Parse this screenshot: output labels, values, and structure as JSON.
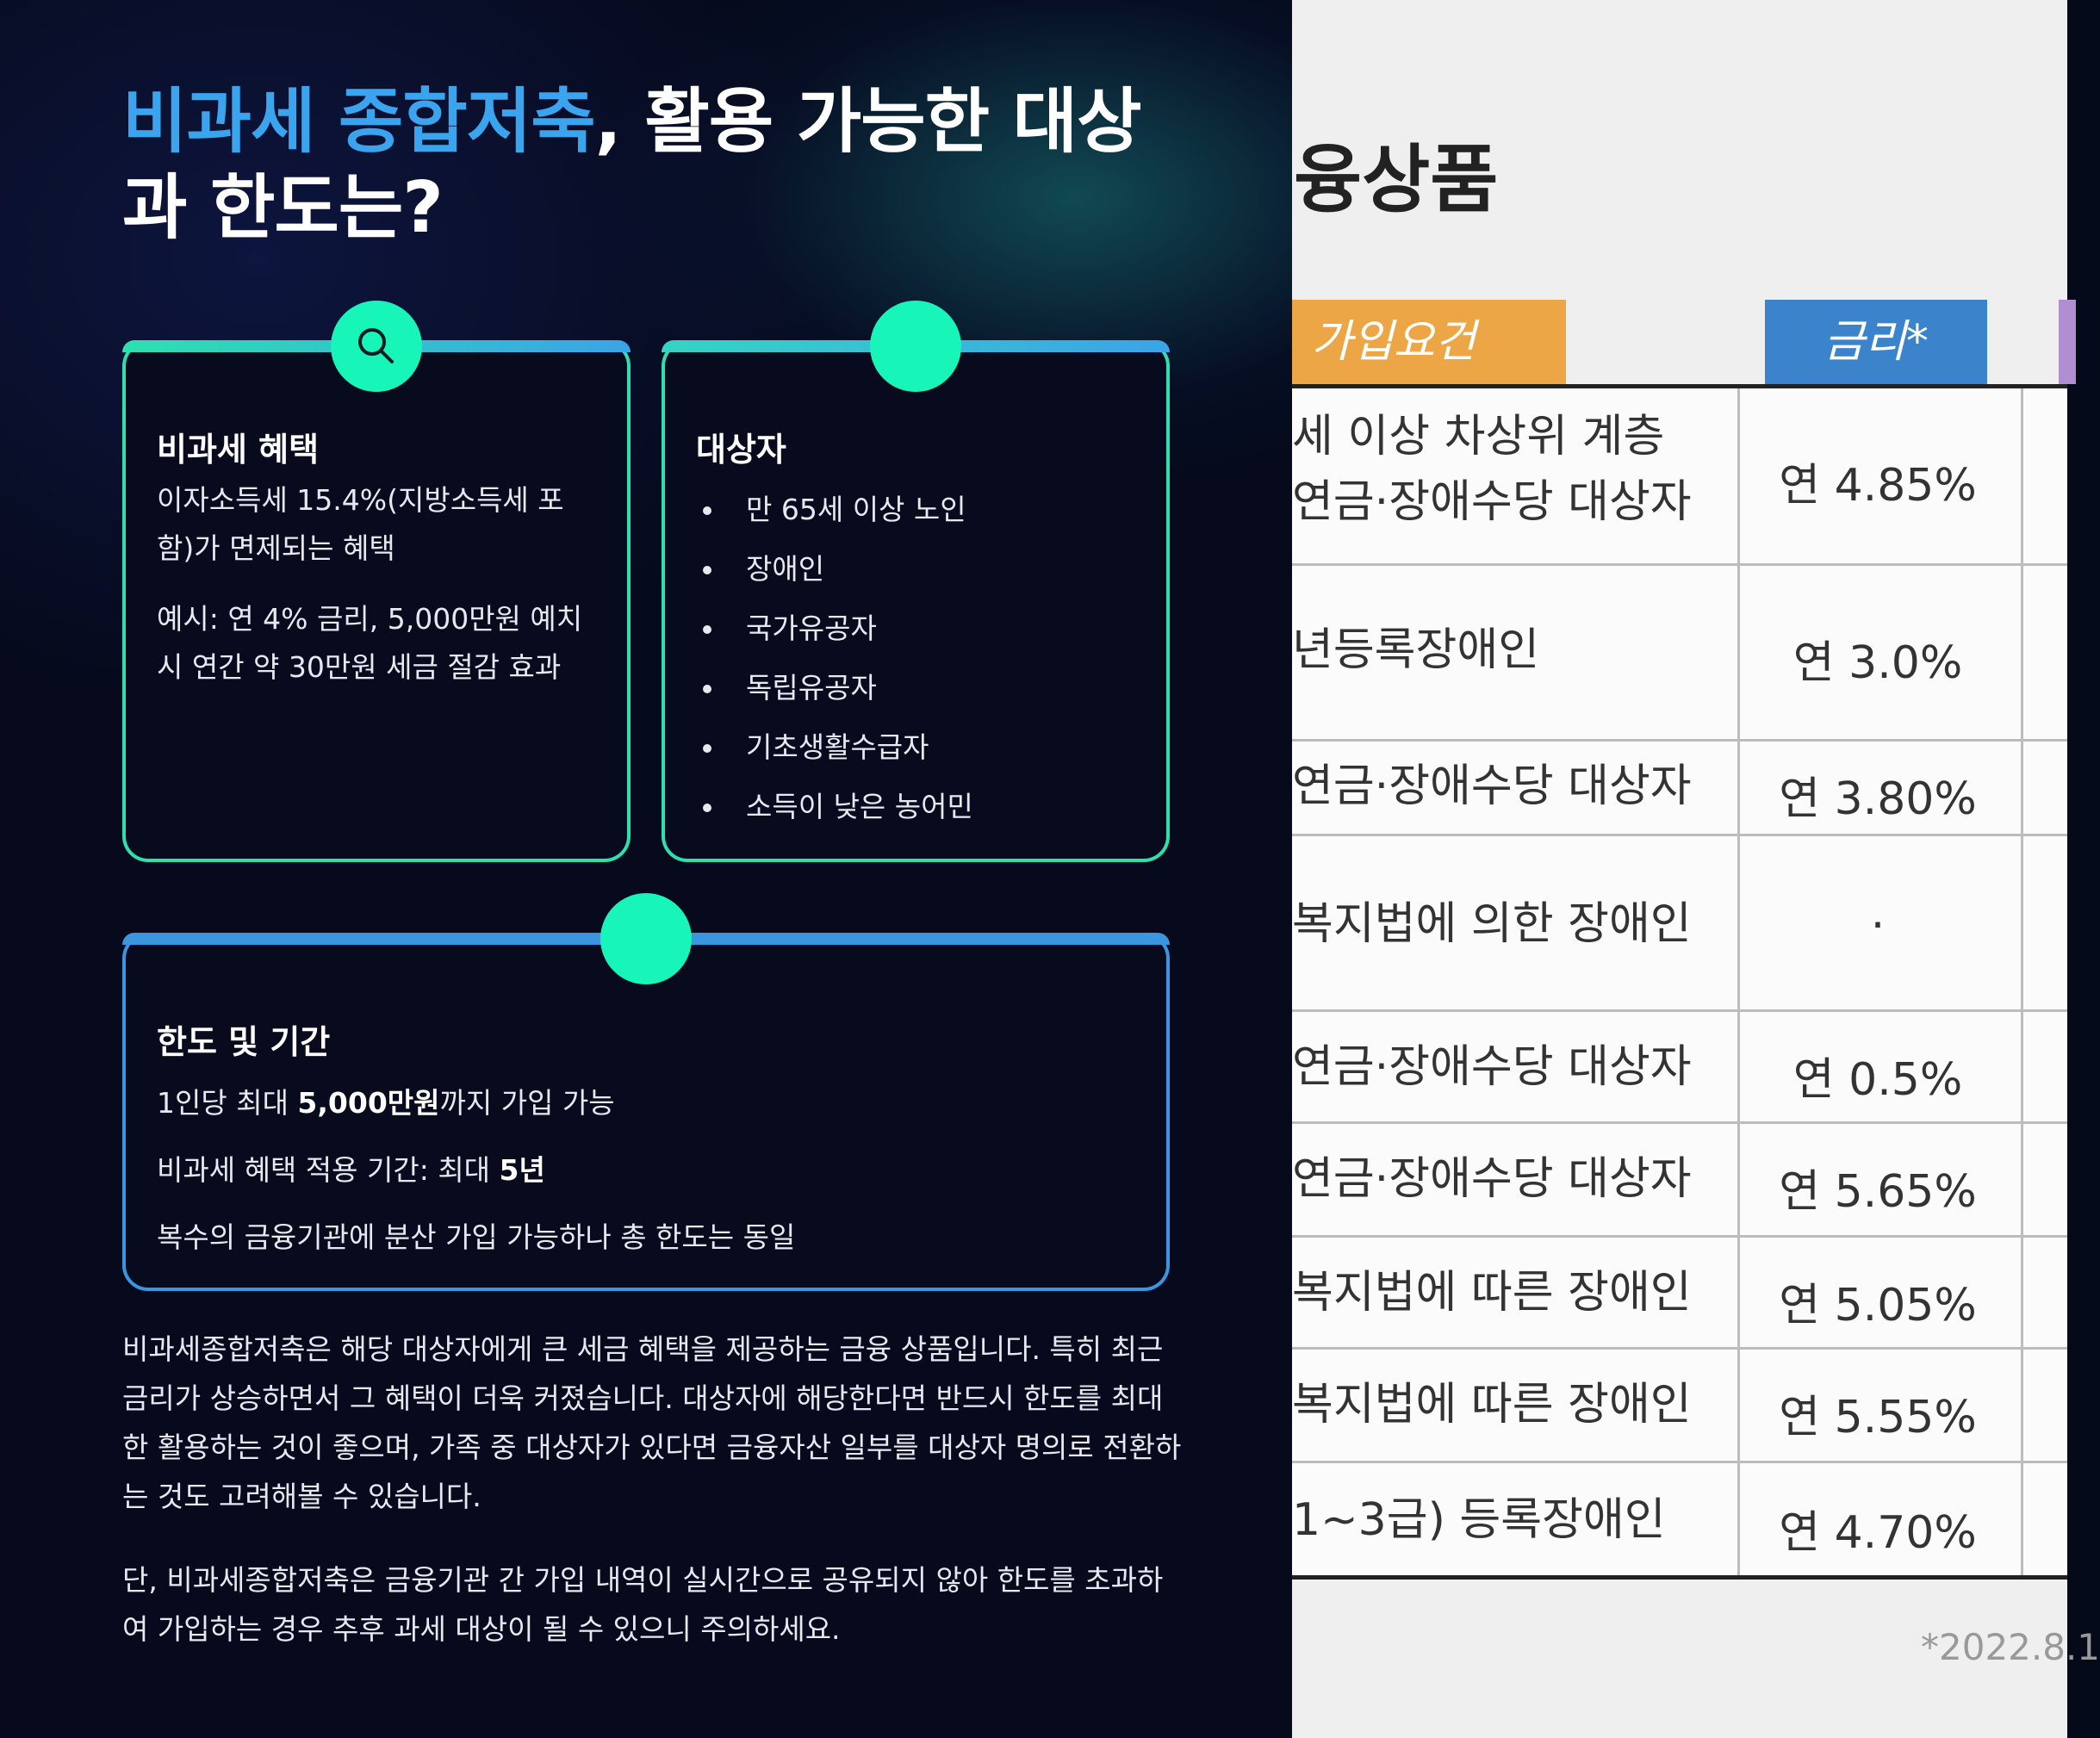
{
  "left": {
    "title_highlight": "비과세 종합저축",
    "title_rest": ", 활용 가능한 대상과 한도는?",
    "benefit_card": {
      "heading": "비과세 혜택",
      "p1": "이자소득세 15.4%(지방소득세 포함)가 면제되는 혜택",
      "p2": "예시: 연 4% 금리, 5,000만원 예치 시 연간 약 30만원 세금 절감 효과",
      "icon": "search-icon"
    },
    "target_card": {
      "heading": "대상자",
      "items": [
        "만 65세 이상 노인",
        "장애인",
        "국가유공자",
        "독립유공자",
        "기초생활수급자",
        "소득이 낮은 농어민"
      ]
    },
    "limit_card": {
      "heading": "한도 및 기간",
      "line1_pre": "1인당 최대 ",
      "line1_bold": "5,000만원",
      "line1_post": "까지 가입 가능",
      "line2_pre": "비과세 혜택 적용 기간: 최대 ",
      "line2_bold": "5년",
      "line3": "복수의 금융기관에 분산 가입 가능하나 총 한도는 동일"
    },
    "para1": "비과세종합저축은 해당 대상자에게 큰 세금 혜택을 제공하는 금융 상품입니다. 특히 최근 금리가 상승하면서 그 혜택이 더욱 커졌습니다. 대상자에 해당한다면 반드시 한도를 최대한 활용하는 것이 좋으며, 가족 중 대상자가 있다면 금융자산 일부를 대상자 명의로 전환하는 것도 고려해볼 수 있습니다.",
    "para2": "단, 비과세종합저축은 금융기관 간 가입 내역이 실시간으로 공유되지 않아 한도를 초과하여 가입하는 경우 추후 과세 대상이 될 수 있으니 주의하세요."
  },
  "right": {
    "title": "융상품",
    "header_req": "가입요건",
    "header_rate": "금리*",
    "rows": [
      {
        "req": [
          "세 이상 차상위 계층",
          "연금·장애수당 대상자"
        ],
        "rate": "연 4.85%"
      },
      {
        "req": [
          "년등록장애인"
        ],
        "rate": "연 3.0%"
      },
      {
        "req": [
          "연금·장애수당 대상자"
        ],
        "rate": "연 3.80%"
      },
      {
        "req": [
          "복지법에 의한 장애인"
        ],
        "rate": "·"
      },
      {
        "req": [
          "연금·장애수당 대상자"
        ],
        "rate": "연 0.5%"
      },
      {
        "req": [
          "연금·장애수당 대상자"
        ],
        "rate": "연 5.65%"
      },
      {
        "req": [
          "복지법에 따른 장애인"
        ],
        "rate": "연 5.05%"
      },
      {
        "req": [
          "복지법에 따른 장애인"
        ],
        "rate": "연 5.55%"
      },
      {
        "req": [
          "1~3급) 등록장애인"
        ],
        "rate": "연 4.70%"
      }
    ],
    "footnote": "*2022.8.1"
  }
}
